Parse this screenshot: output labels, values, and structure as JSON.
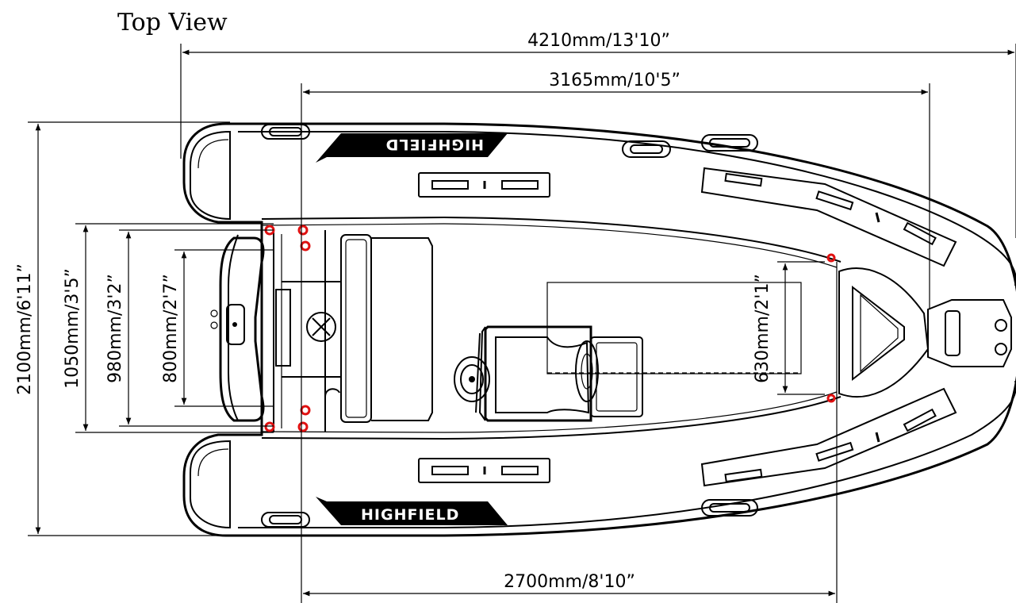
{
  "title": "Top View",
  "dimensions": {
    "overall_length": "4210mm/13'10”",
    "inner_length": "3165mm/10'5”",
    "floor_length": "2700mm/8'10”",
    "overall_beam": "2100mm/6'11”",
    "inner_beam": "1050mm/3'5”",
    "seat_width": "980mm/3'2”",
    "transom_width": "800mm/2'7”",
    "console_width": "630mm/2'1”"
  },
  "brand": {
    "upper": "HIGHFIELD",
    "lower": "HIGHFIELD"
  },
  "colors": {
    "line": "#000000",
    "highlight": "#e01010",
    "background": "#ffffff"
  }
}
